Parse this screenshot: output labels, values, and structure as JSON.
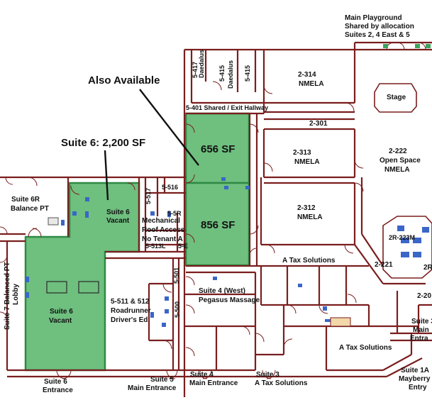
{
  "annotations": {
    "also_available": "Also Available",
    "suite6_callout": "Suite 6: 2,200 SF",
    "area_656": "656 SF",
    "area_856": "856 SF"
  },
  "rooms": {
    "main_playground": [
      "Main Playground",
      "Shared by allocation",
      "Suites 2, 4 East & 5"
    ],
    "r5417": "5-417",
    "daedalus1": "Daedalus",
    "r5415": "5-415",
    "daedalus2": "Daedalus",
    "r5415b": "5-415",
    "r2314": "2-314",
    "nmela1": "NMELA",
    "stage": "Stage",
    "r5401": "5-401 Shared / Exit Hallway",
    "r2301": "2-301",
    "r2313": "2-313",
    "nmela2": "NMELA",
    "r2222": "2-222",
    "open_space": "Open Space",
    "nmela3": "NMELA",
    "r2312": "2-312",
    "nmela4": "NMELA",
    "suite6r": "Suite 6R",
    "balance_pt": "Balance PT",
    "suite6_vacant_top": [
      "Suite 6",
      "Vacant"
    ],
    "r5517": "5-517",
    "r5516": "5-516",
    "mech": [
      "Mechanical",
      "Roof Access",
      "No Tenant A"
    ],
    "r5sr": "5-5R",
    "r5513l": "5-513L",
    "r5e": "5-E",
    "r2r223m": "2R-223M",
    "r2221": "2-221",
    "r2r": "2R",
    "r2_20": "2-20",
    "a_tax1": "A Tax Solutions",
    "suite7": [
      "Suite 7 Balanced PT",
      "Lobby"
    ],
    "suite6_vacant_main": [
      "Suite 6",
      "Vacant"
    ],
    "r5501": "5-501",
    "suite4west": [
      "Suite 4 (West)",
      "Pegasus Massage"
    ],
    "r5511": [
      "5-511 & 512",
      "Roadrunner",
      "Driver's Ed"
    ],
    "r5500": "5-500",
    "suite3_main": [
      "Suite 3",
      "Main",
      "Entra"
    ],
    "a_tax2": "A Tax Solutions",
    "suite6_entrance": [
      "Suite 6",
      "Entrance"
    ],
    "suite5": [
      "Suite 5",
      "Main Entrance"
    ],
    "suite4": [
      "Suite 4",
      "Main Entrance"
    ],
    "suite3": [
      "Suite 3",
      "A Tax Solutions"
    ],
    "suite1a": [
      "Suite 1A",
      "Mayberry",
      "Entry"
    ]
  },
  "colors": {
    "wall": "#7a1e1e",
    "available_fill": "#6fbf7f",
    "available_stroke": "#2f8a45",
    "door_green": "#3aa55a",
    "fixture_blue": "#3a66c8"
  }
}
